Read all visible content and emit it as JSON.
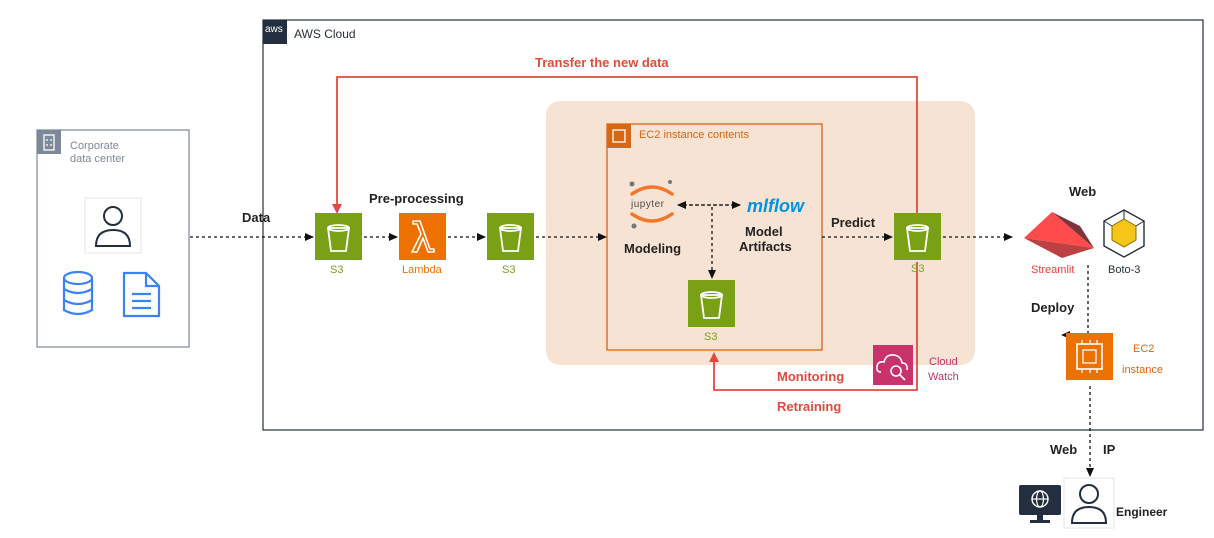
{
  "aws": {
    "badge": "aws",
    "title": "AWS Cloud"
  },
  "datacenter": {
    "title_line1": "Corporate",
    "title_line2": "data center"
  },
  "ec2_group": {
    "title": "EC2 instance contents"
  },
  "nodes": {
    "s3_in": "S3",
    "lambda": "Lambda",
    "s3_mid": "S3",
    "s3_model": "S3",
    "s3_out": "S3",
    "jupyter_logo": "jupyter",
    "mlflow_logo": "mlflow",
    "modeling": "Modeling",
    "artifacts_line1": "Model",
    "artifacts_line2": "Artifacts",
    "streamlit": "Streamlit",
    "boto3": "Boto-3",
    "cloudwatch_line1": "Cloud",
    "cloudwatch_line2": "Watch",
    "ec2_line1": "EC2",
    "ec2_line2": "instance",
    "engineer": "Engineer"
  },
  "edges": {
    "data": "Data",
    "preprocessing": "Pre-processing",
    "predict": "Predict",
    "transfer": "Transfer the new data",
    "monitoring": "Monitoring",
    "retraining": "Retraining",
    "web_top": "Web",
    "deploy": "Deploy",
    "web_bottom": "Web",
    "ip": "IP"
  },
  "colors": {
    "s3": "#7AA116",
    "lambda": "#ED7100",
    "ec2": "#D86613",
    "cloudwatch": "#C7336A",
    "accent_red": "#E24B3B",
    "group_fill": "#F7E3D4",
    "streamlit": "#E8403C",
    "boto": "#F5C518"
  }
}
